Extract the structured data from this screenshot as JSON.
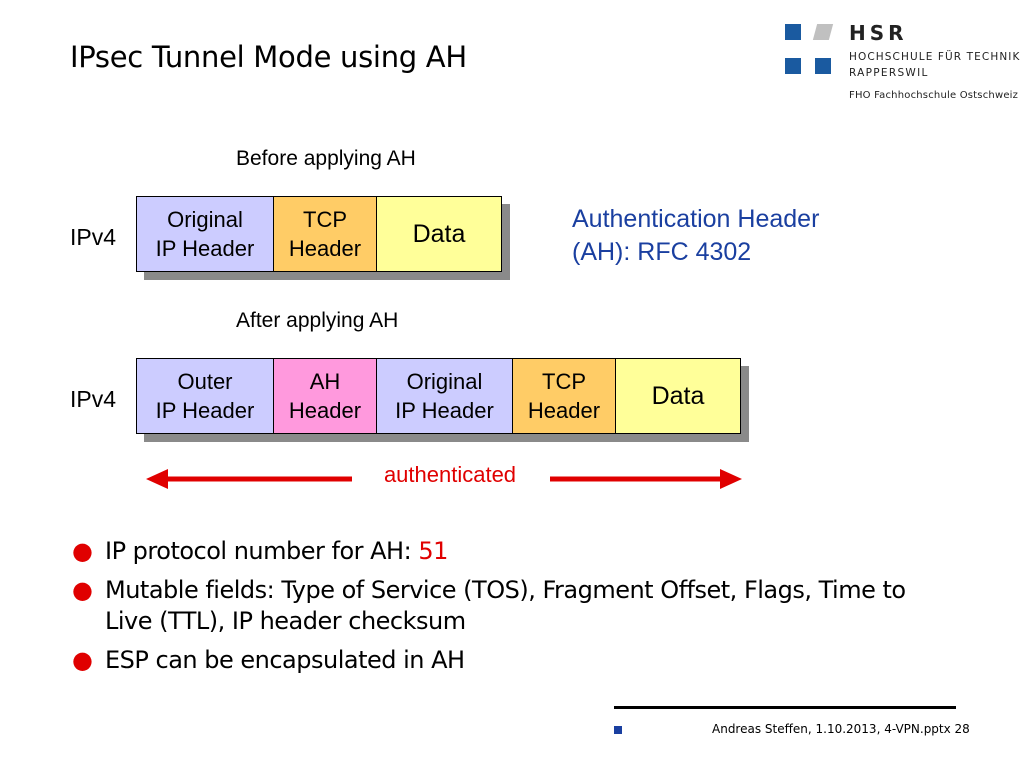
{
  "title": "IPsec Tunnel Mode using AH",
  "logo": {
    "name": "HSR",
    "line1": "HOCHSCHULE FÜR TECHNIK",
    "line2": "RAPPERSWIL",
    "line3": "FHO Fachhochschule Ostschweiz",
    "colors": {
      "blue": "#1a5aa0",
      "grey": "#c0c0c0"
    }
  },
  "before": {
    "caption": "Before applying AH",
    "label": "IPv4",
    "cells": [
      {
        "text": "Original\nIP Header",
        "color": "#ccccff"
      },
      {
        "text": "TCP\nHeader",
        "color": "#ffcc66"
      },
      {
        "text": "Data",
        "color": "#ffff99"
      }
    ]
  },
  "ah_reference": "Authentication Header\n(AH):  RFC 4302",
  "after": {
    "caption": "After applying AH",
    "label": "IPv4",
    "cells": [
      {
        "text": "Outer\nIP Header",
        "color": "#ccccff"
      },
      {
        "text": "AH\nHeader",
        "color": "#ff99dd"
      },
      {
        "text": "Original\nIP Header",
        "color": "#ccccff"
      },
      {
        "text": "TCP\nHeader",
        "color": "#ffcc66"
      },
      {
        "text": "Data",
        "color": "#ffff99"
      }
    ]
  },
  "authenticated_label": "authenticated",
  "arrow_color": "#e00000",
  "bullets": [
    {
      "text": "IP protocol number for AH:  ",
      "highlight": "51"
    },
    {
      "text": "Mutable fields: Type of Service (TOS), Fragment Offset, Flags, Time to Live (TTL), IP header checksum",
      "highlight": ""
    },
    {
      "text": "ESP can be encapsulated in AH",
      "highlight": ""
    }
  ],
  "footer": "Andreas Steffen, 1.10.2013, 4-VPN.pptx 28"
}
